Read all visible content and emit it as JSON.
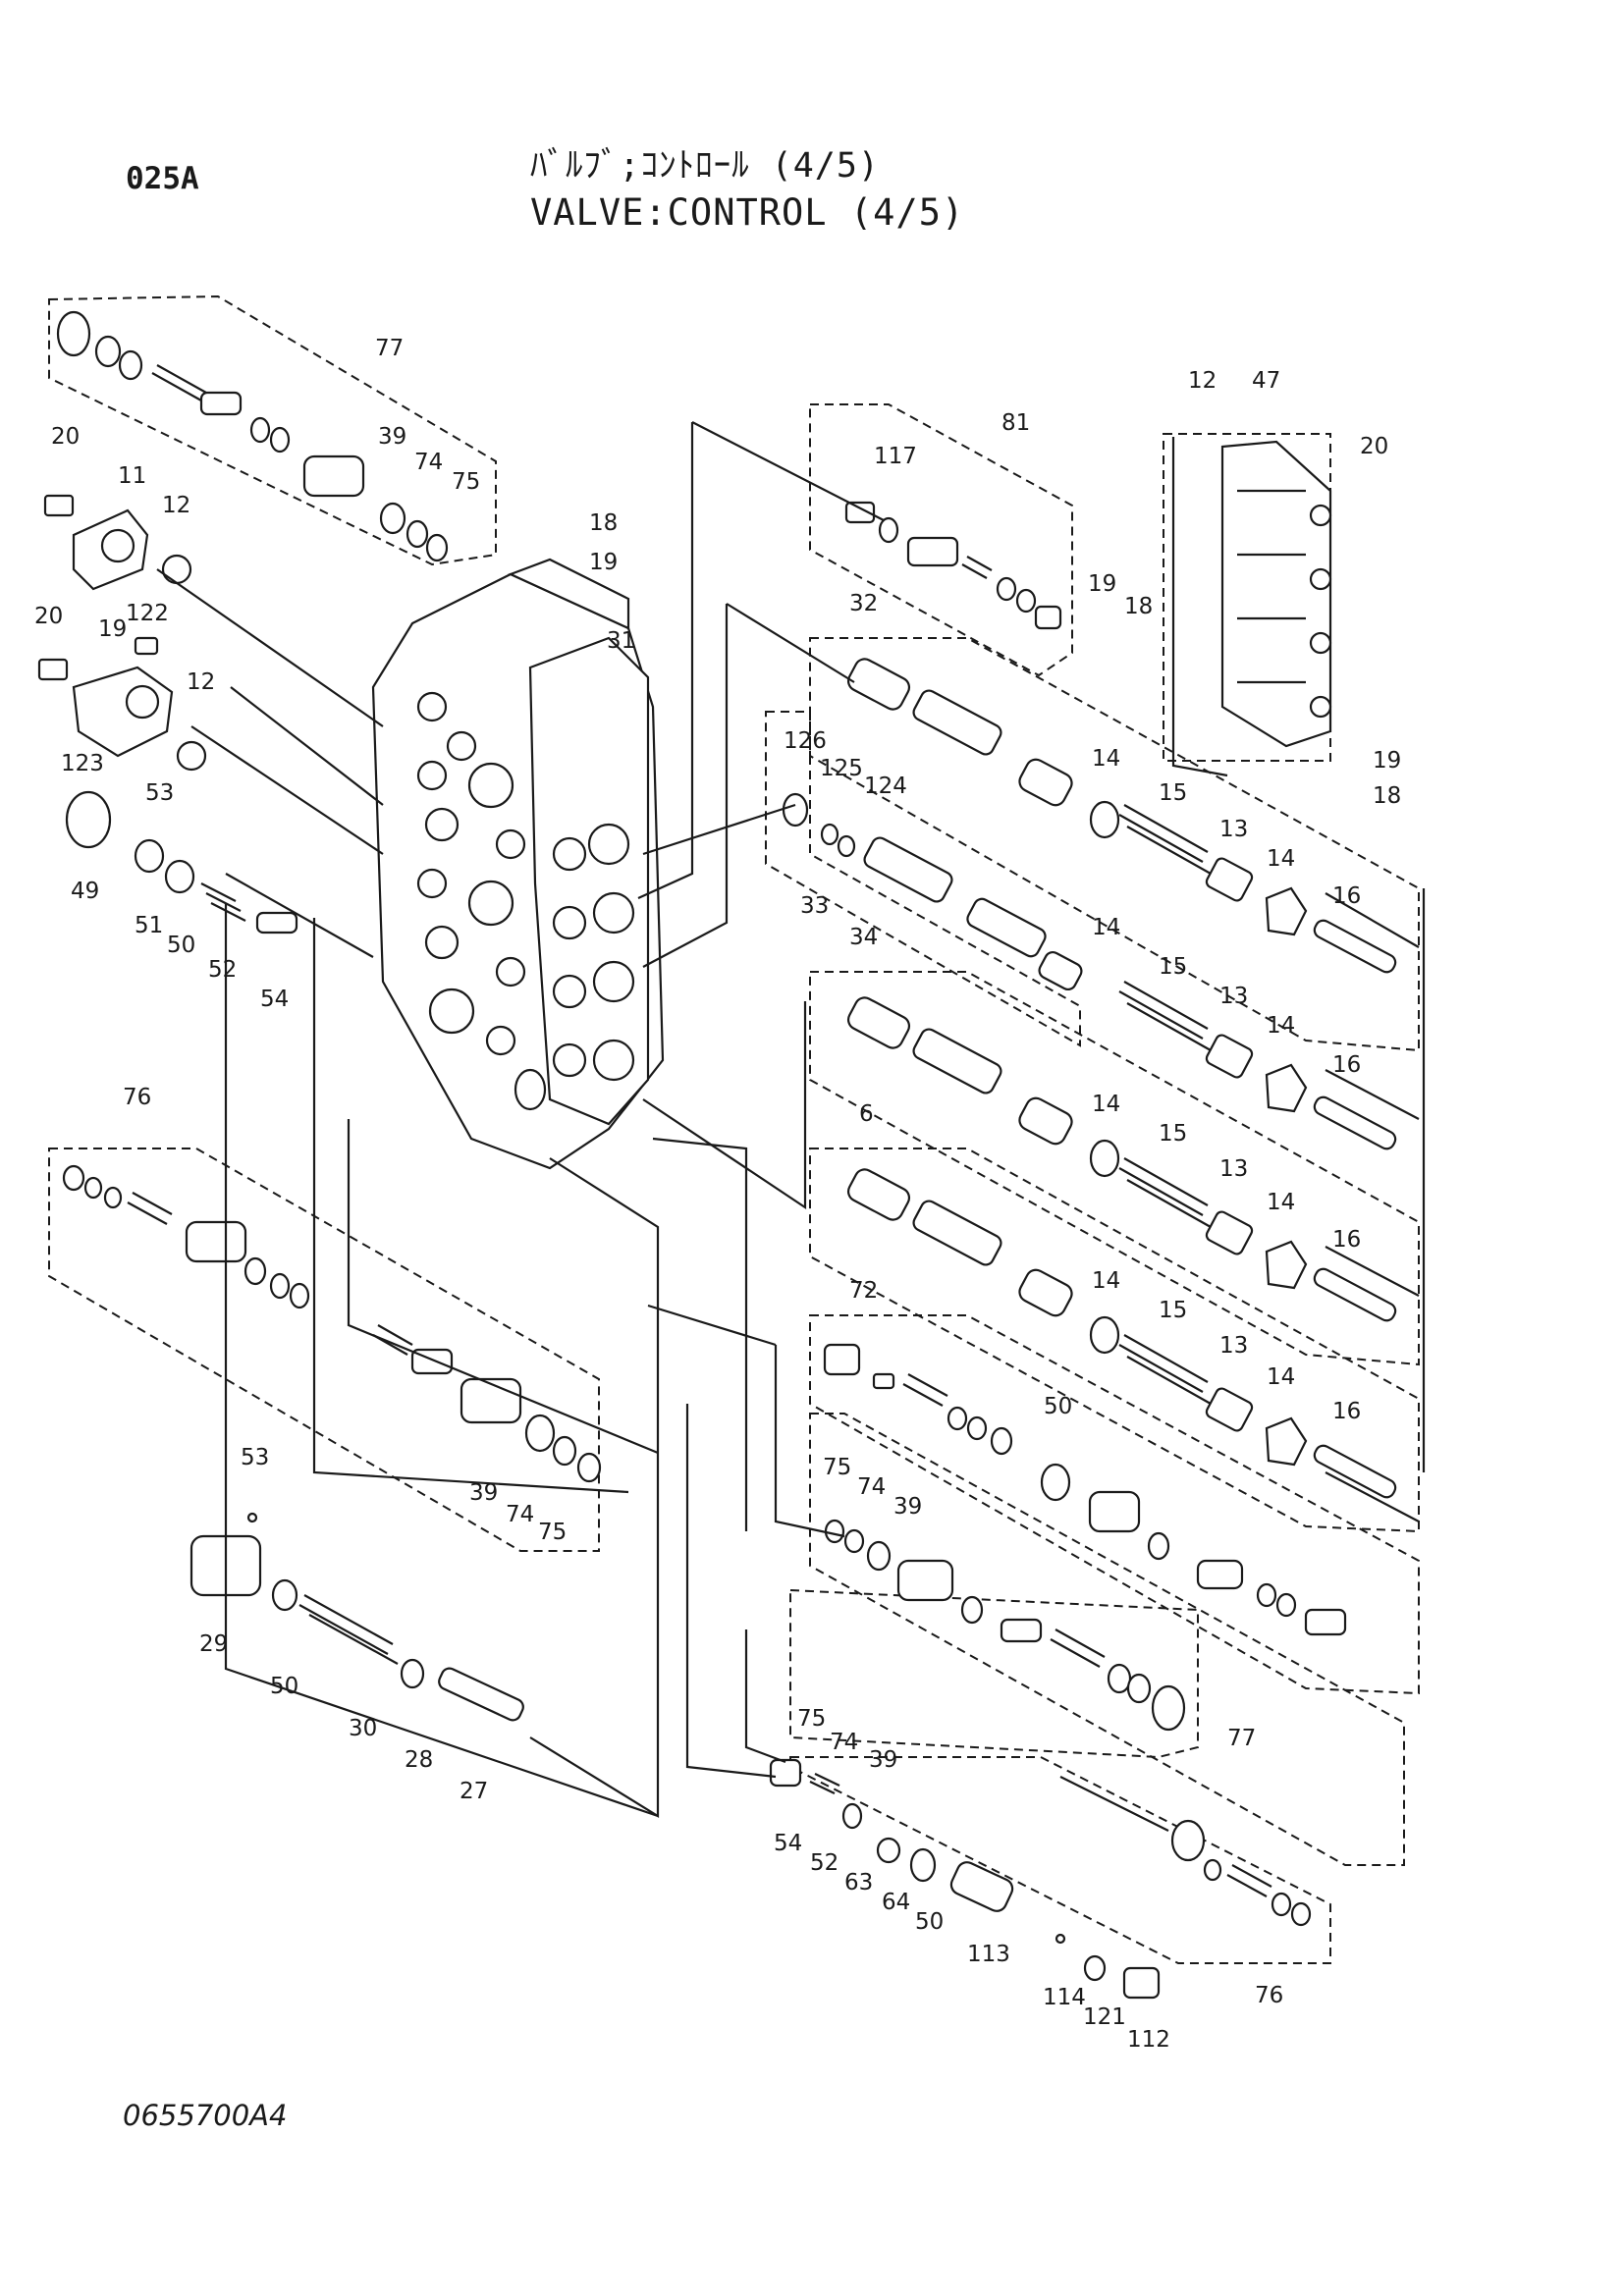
{
  "header": {
    "code": "025A",
    "title_jp": "ﾊﾞﾙﾌﾞ;ｺﾝﾄﾛｰﾙ (4/5)",
    "title_en": "VALVE:CONTROL (4/5)"
  },
  "footer": {
    "drawing_number": "0655700A4"
  },
  "callouts": [
    "77",
    "20",
    "11",
    "12",
    "39",
    "74",
    "75",
    "18",
    "19",
    "31",
    "20",
    "19",
    "122",
    "12",
    "123",
    "53",
    "49",
    "51",
    "50",
    "52",
    "54",
    "81",
    "117",
    "19",
    "18",
    "12",
    "47",
    "20",
    "19",
    "18",
    "32",
    "14",
    "15",
    "13",
    "14",
    "16",
    "126",
    "125",
    "124",
    "33",
    "34",
    "14",
    "15",
    "13",
    "14",
    "16",
    "6",
    "14",
    "15",
    "13",
    "14",
    "16",
    "72",
    "14",
    "15",
    "13",
    "14",
    "16",
    "50",
    "75",
    "74",
    "39",
    "77",
    "75",
    "74",
    "39",
    "76",
    "39",
    "74",
    "75",
    "53",
    "29",
    "50",
    "30",
    "28",
    "27",
    "54",
    "52",
    "63",
    "64",
    "50",
    "113",
    "114",
    "121",
    "112",
    "76"
  ]
}
